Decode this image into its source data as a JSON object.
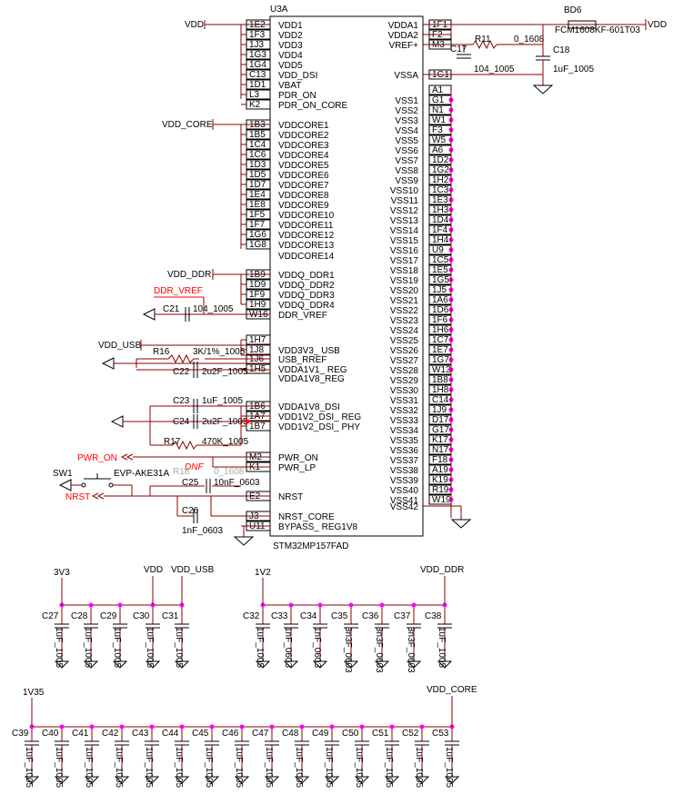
{
  "ic": {
    "ref": "U3A",
    "part": "STM32MP157FAD",
    "left_pins": [
      {
        "num": "1E2",
        "name": "VDD1"
      },
      {
        "num": "1F3",
        "name": "VDD2"
      },
      {
        "num": "1J3",
        "name": "VDD3"
      },
      {
        "num": "1G3",
        "name": "VDD4"
      },
      {
        "num": "1G4",
        "name": "VDD5"
      },
      {
        "num": "C13",
        "name": "VDD_DSI"
      },
      {
        "num": "1D1",
        "name": "VBAT"
      },
      {
        "num": "L3",
        "name": "PDR_ON"
      },
      {
        "num": "K2",
        "name": "PDR_ON_CORE"
      },
      {
        "num": "1B3",
        "name": "VDDCORE1"
      },
      {
        "num": "1B5",
        "name": "VDDCORE2"
      },
      {
        "num": "1C4",
        "name": "VDDCORE3"
      },
      {
        "num": "1C6",
        "name": "VDDCORE4"
      },
      {
        "num": "1D3",
        "name": "VDDCORE5"
      },
      {
        "num": "1D5",
        "name": "VDDCORE6"
      },
      {
        "num": "1D7",
        "name": "VDDCORE7"
      },
      {
        "num": "1E4",
        "name": "VDDCORE8"
      },
      {
        "num": "1E8",
        "name": "VDDCORE9"
      },
      {
        "num": "1F5",
        "name": "VDDCORE10"
      },
      {
        "num": "1F7",
        "name": "VDDCORE11"
      },
      {
        "num": "1G6",
        "name": "VDDCORE12"
      },
      {
        "num": "1G8",
        "name": "VDDCORE13"
      },
      {
        "num": "",
        "name": "VDDCORE14"
      },
      {
        "num": "1B9",
        "name": "VDDQ_DDR1"
      },
      {
        "num": "1D9",
        "name": "VDDQ_DDR2"
      },
      {
        "num": "1F9",
        "name": "VDDQ_DDR3"
      },
      {
        "num": "1H9",
        "name": "VDDQ_DDR4"
      },
      {
        "num": "W16",
        "name": "DDR_VREF"
      },
      {
        "num": "1H7",
        "name": ""
      },
      {
        "num": "1J8",
        "name": "VDD3V3_ USB"
      },
      {
        "num": "1J6",
        "name": "USB_RREF"
      },
      {
        "num": "1H5",
        "name": "VDDA1V1_ REG"
      },
      {
        "num": "",
        "name": "VDDA1V8_REG"
      },
      {
        "num": "1B6",
        "name": "VDDA1V8_DSI"
      },
      {
        "num": "1A7",
        "name": "VDD1V2_DSI_ REG"
      },
      {
        "num": "1B7",
        "name": "VDD1V2_DSI_ PHY"
      },
      {
        "num": "M2",
        "name": "PWR_ON"
      },
      {
        "num": "K1",
        "name": "PWR_LP"
      },
      {
        "num": "E2",
        "name": "NRST"
      },
      {
        "num": "J3",
        "name": "NRST_CORE"
      },
      {
        "num": "U11",
        "name": "BYPASS_ REG1V8"
      }
    ],
    "right_pins": [
      {
        "num": "1F1",
        "name": "VDDA1"
      },
      {
        "num": "F2",
        "name": "VDDA2"
      },
      {
        "num": "M3",
        "name": "VREF+"
      },
      {
        "num": "1G1",
        "name": "VSSA"
      },
      {
        "num": "A1",
        "name": ""
      },
      {
        "num": "G1",
        "name": "VSS1"
      },
      {
        "num": "N1",
        "name": "VSS2"
      },
      {
        "num": "W1",
        "name": "VSS3"
      },
      {
        "num": "F3",
        "name": "VSS4"
      },
      {
        "num": "W5",
        "name": "VSS5"
      },
      {
        "num": "A6",
        "name": "VSS6"
      },
      {
        "num": "1D2",
        "name": "VSS7"
      },
      {
        "num": "1G2",
        "name": "VSS8"
      },
      {
        "num": "1H2",
        "name": "VSS9"
      },
      {
        "num": "1C3",
        "name": "VSS10"
      },
      {
        "num": "1E3",
        "name": "VSS11"
      },
      {
        "num": "1H3",
        "name": "VSS12"
      },
      {
        "num": "1D4",
        "name": "VSS13"
      },
      {
        "num": "1F4",
        "name": "VSS14"
      },
      {
        "num": "1H4",
        "name": "VSS15"
      },
      {
        "num": "U9",
        "name": "VSS16"
      },
      {
        "num": "1C5",
        "name": "VSS17"
      },
      {
        "num": "1E5",
        "name": "VSS18"
      },
      {
        "num": "1G5",
        "name": "VSS19"
      },
      {
        "num": "1J5",
        "name": "VSS20"
      },
      {
        "num": "1A6",
        "name": "VSS21"
      },
      {
        "num": "1D6",
        "name": "VSS22"
      },
      {
        "num": "1F6",
        "name": "VSS23"
      },
      {
        "num": "1H6",
        "name": "VSS24"
      },
      {
        "num": "1C7",
        "name": "VSS25"
      },
      {
        "num": "1E7",
        "name": "VSS26"
      },
      {
        "num": "1G7",
        "name": "VSS27"
      },
      {
        "num": "W13",
        "name": "VSS28"
      },
      {
        "num": "1B8",
        "name": "VSS29"
      },
      {
        "num": "1H8",
        "name": "VSS30"
      },
      {
        "num": "C14",
        "name": "VSS31"
      },
      {
        "num": "1J9",
        "name": "VSS32"
      },
      {
        "num": "D17",
        "name": "VSS33"
      },
      {
        "num": "G17",
        "name": "VSS34"
      },
      {
        "num": "K17",
        "name": "VSS35"
      },
      {
        "num": "N17",
        "name": "VSS36"
      },
      {
        "num": "F18",
        "name": "VSS37"
      },
      {
        "num": "A19",
        "name": "VSS38"
      },
      {
        "num": "K19",
        "name": "VSS39"
      },
      {
        "num": "R19",
        "name": "VSS40"
      },
      {
        "num": "W19",
        "name": "VSS41"
      },
      {
        "num": "",
        "name": "VSS42"
      }
    ]
  },
  "nets": {
    "vdd": "VDD",
    "vdd_core": "VDD_CORE",
    "vdd_ddr": "VDD_DDR",
    "ddr_vref": "DDR_VREF",
    "vdd_usb": "VDD_USB",
    "pwr_on": "PWR_ON",
    "nrst": "NRST",
    "vdd_right": "VDD",
    "v3v3": "3V3",
    "v1v2": "1V2",
    "v1v35": "1V35"
  },
  "parts": {
    "bd6": "BD6",
    "bd6_value": "FCM1608KF-601T03",
    "r11": "R11",
    "r11_value": "0_1608",
    "c17": "C17",
    "c17_value": "104_1005",
    "c18": "C18",
    "c18_value": "1uF_1005",
    "c21": "C21",
    "c21_value": "104_1005",
    "r16": "R16",
    "r16_value": "3K/1%_1005",
    "c22": "C22",
    "c22_value": "2u2F_1005",
    "c23": "C23",
    "c23_value": "1uF_1005",
    "c24": "C24",
    "c24_value": "2u2F_1005",
    "r17": "R17",
    "r17_value": "470K_1005",
    "r18": "R18",
    "r18_value": "0_1608",
    "dnf": "DNF",
    "c25": "C25",
    "c25_value": "10nF_0603",
    "c26": "C26",
    "c26_value": "1nF_0603",
    "sw1": "SW1",
    "sw1_value": "EVP-AKE31A"
  },
  "decoupling": {
    "row1a": [
      {
        "ref": "C27",
        "value": "1uF_1005"
      },
      {
        "ref": "C28",
        "value": "1uF_1005"
      },
      {
        "ref": "C29",
        "value": "1uF_1005"
      },
      {
        "ref": "C30",
        "value": "1uF_1005"
      },
      {
        "ref": "C31",
        "value": "1uF_1005"
      }
    ],
    "row1b": [
      {
        "ref": "C32",
        "value": "1uF_1005"
      },
      {
        "ref": "C33",
        "value": "1nF_0603"
      },
      {
        "ref": "C34",
        "value": "1nF_0603"
      },
      {
        "ref": "C35",
        "value": "3n3F_0603"
      },
      {
        "ref": "C36",
        "value": "3n3F_0603"
      },
      {
        "ref": "C37",
        "value": "3n3F_0603"
      },
      {
        "ref": "C38",
        "value": "1uF_1005"
      }
    ],
    "row2": [
      {
        "ref": "C39",
        "value": "1uF_1005"
      },
      {
        "ref": "C40",
        "value": "1uF_1005"
      },
      {
        "ref": "C41",
        "value": "1uF_1005"
      },
      {
        "ref": "C42",
        "value": "1uF_1005"
      },
      {
        "ref": "C43",
        "value": "1uF_1005"
      },
      {
        "ref": "C44",
        "value": "1uF_1005"
      },
      {
        "ref": "C45",
        "value": "1uF_1005"
      },
      {
        "ref": "C46",
        "value": "1uF_1005"
      },
      {
        "ref": "C47",
        "value": "1uF_1005"
      },
      {
        "ref": "C48",
        "value": "1uF_1005"
      },
      {
        "ref": "C49",
        "value": "1uF_1005"
      },
      {
        "ref": "C50",
        "value": "1uF_1005"
      },
      {
        "ref": "C51",
        "value": "1uF_1005"
      },
      {
        "ref": "C52",
        "value": "1uF_1005"
      },
      {
        "ref": "C53",
        "value": "1uF_1005"
      }
    ]
  },
  "colors": {
    "wire": "#8b0000",
    "junction": "#ff00ff",
    "net_red": "#ff0000",
    "text": "#000000"
  }
}
